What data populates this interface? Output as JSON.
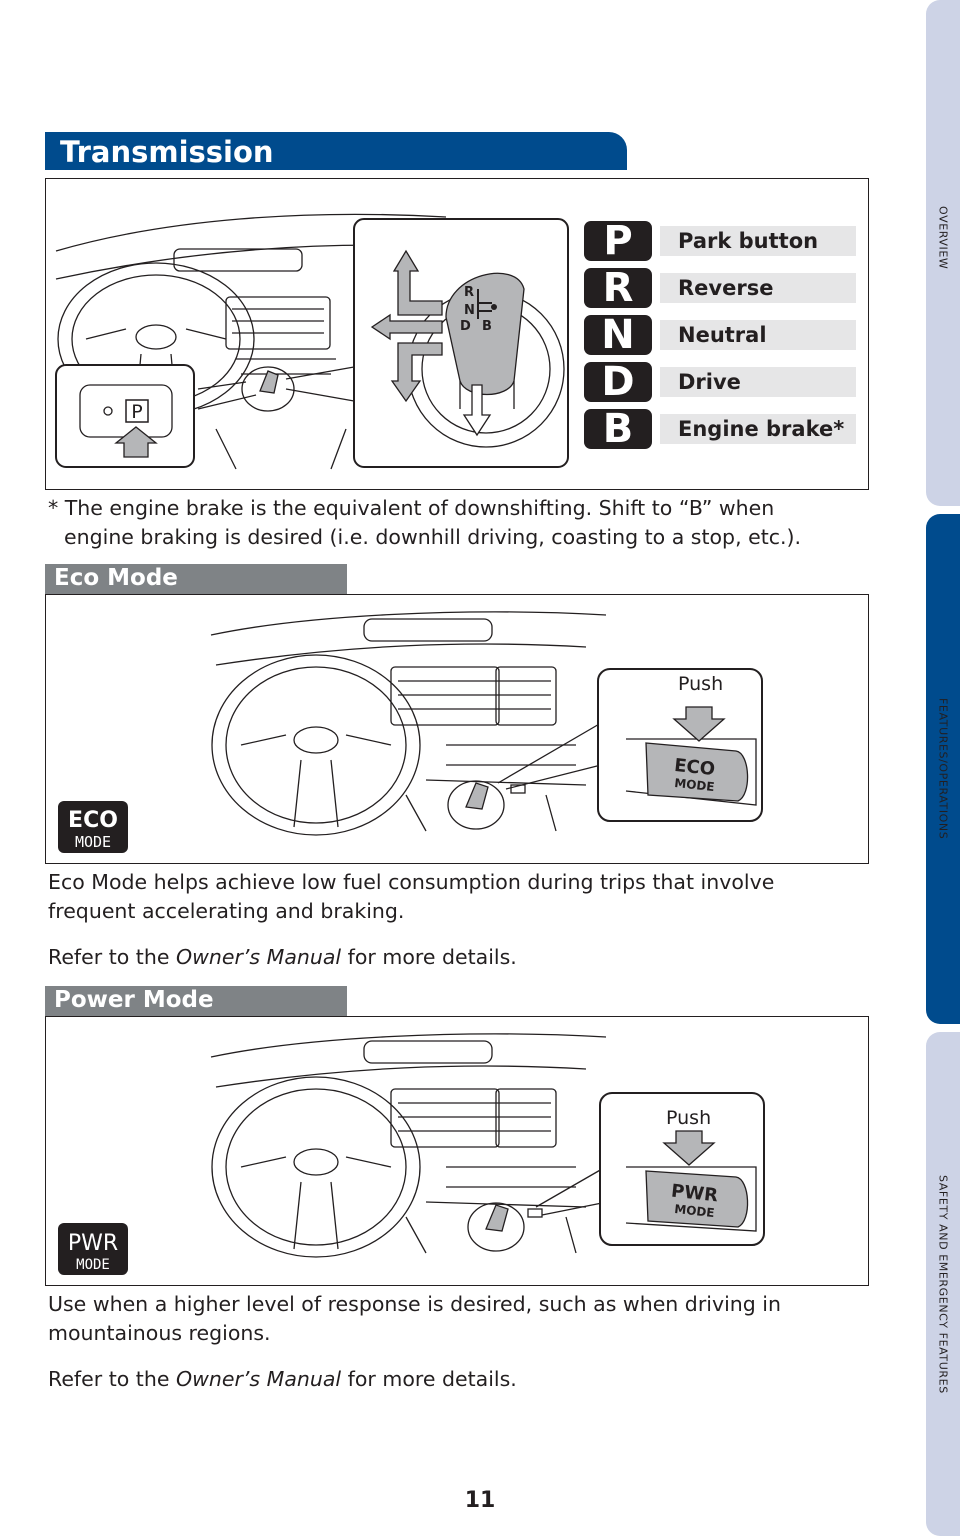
{
  "side_tabs": [
    {
      "label": "OVERVIEW",
      "active": false
    },
    {
      "label": "FEATURES/OPERATIONS",
      "active": true
    },
    {
      "label": "SAFETY AND EMERGENCY FEATURES",
      "active": false
    }
  ],
  "transmission": {
    "title": "Transmission",
    "shifter_letters": {
      "r": "R",
      "n": "N",
      "d": "D",
      "b": "B"
    },
    "park_button_label": "P",
    "gears": [
      {
        "letter": "P",
        "label": "Park button"
      },
      {
        "letter": "R",
        "label": "Reverse"
      },
      {
        "letter": "N",
        "label": "Neutral"
      },
      {
        "letter": "D",
        "label": "Drive"
      },
      {
        "letter": "B",
        "label": "Engine brake*"
      }
    ],
    "footnote_line1": "* The engine brake is the equivalent of downshifting. Shift to “B” when",
    "footnote_line2": "engine braking is desired (i.e. downhill driving, coasting to a stop, etc.)."
  },
  "eco_mode": {
    "title": "Eco Mode",
    "push_label": "Push",
    "button_line1": "ECO",
    "button_line2": "MODE",
    "description": "Eco Mode helps achieve low fuel consumption during trips that involve frequent accelerating and braking.",
    "refer_prefix": "Refer to the",
    "refer_manual": "Owner’s Manual",
    "refer_suffix": "for more details."
  },
  "power_mode": {
    "title": "Power Mode",
    "push_label": "Push",
    "button_line1": "PWR",
    "button_line2": "MODE",
    "description": "Use when a higher level of response is desired, such as when driving in mountainous regions.",
    "refer_prefix": "Refer to the",
    "refer_manual": "Owner’s Manual",
    "refer_suffix": "for more details."
  },
  "page_number": "11",
  "colors": {
    "brand_blue": "#004b8d",
    "tab_light": "#cdd3e6",
    "sub_header_gray": "#7f8386"
  }
}
